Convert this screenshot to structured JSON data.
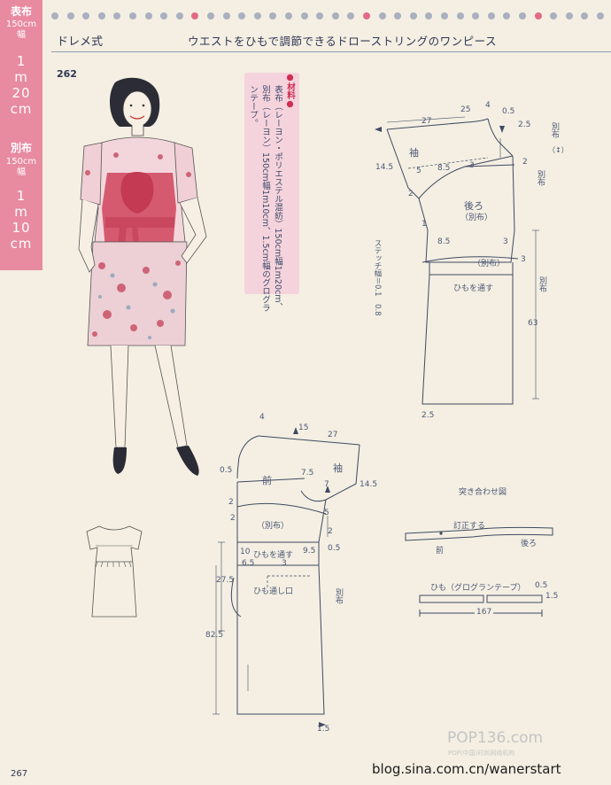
{
  "sidebar": {
    "main_fabric_label": "表布",
    "main_width": "150cm",
    "main_width_unit": "幅",
    "main_len_1": "1",
    "main_len_2": "m",
    "main_len_3": "20",
    "main_len_4": "cm",
    "sub_fabric_label": "別布",
    "sub_width": "150cm",
    "sub_width_unit": "幅",
    "sub_len_1": "1",
    "sub_len_2": "m",
    "sub_len_3": "10",
    "sub_len_4": "cm"
  },
  "header": {
    "style": "ドレメ式",
    "title": "ウエストをひもで調節できるドローストリングのワンピース"
  },
  "pattern_number": "262",
  "materials": {
    "heading": "●材料●",
    "line1": "表布（レーヨン・ポリエステル混紡）150cm幅1m20cm、",
    "line2": "別布（レーヨン）150cm幅1m10cm、1.5cm幅のグログラ",
    "line3": "ンテープ。"
  },
  "stitch_label": "ステッチ幅＝0.1　0.8",
  "back_piece": {
    "sleeve": "袖",
    "back": "後ろ",
    "sub_fabric": "（別布）",
    "string_through": "ひもを通す",
    "betsu_nuno": "別布",
    "updown_mark": "（↕）",
    "dims": [
      "27",
      "25",
      "4",
      "0.5",
      "2.5",
      "14.5",
      "5",
      "8.5",
      "3",
      "2",
      "2",
      "1",
      "8.5",
      "3",
      "63",
      "2.5",
      "3"
    ]
  },
  "front_piece": {
    "front": "前",
    "sleeve": "袖",
    "sub_fabric": "（別布）",
    "string_through": "ひもを通す",
    "string_opening": "ひも通し口",
    "betsu_nuno": "別布",
    "dims": [
      "4",
      "15",
      "27",
      "0.5",
      "7.5",
      "7",
      "14.5",
      "2",
      "2",
      "5",
      "2",
      "0.5",
      "10",
      "6.5",
      "3",
      "9.5",
      "27.5",
      "82.5",
      "1.5"
    ]
  },
  "joining_diagram": {
    "title": "突き合わせ図",
    "label_center": "訂正する",
    "label_front": "前",
    "label_back": "後ろ"
  },
  "string_diagram": {
    "title": "ひも（グログランテープ）",
    "dim_top": "0.5",
    "dim_right": "1.5",
    "length": "167"
  },
  "footer": {
    "page": "267",
    "watermark_logo": "POP136.com",
    "watermark_sub": "POP(中国)时尚网络机构",
    "blog": "blog.sina.com.cn/wanerstart"
  },
  "colors": {
    "sidebar_pink": "#e88aa0",
    "materials_pink": "#f5d3dc",
    "line_ink": "#3f4a62",
    "paper": "#f4efe2",
    "dress_red": "#d14d63"
  }
}
